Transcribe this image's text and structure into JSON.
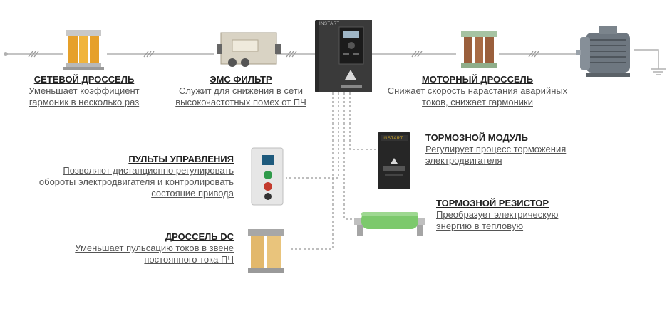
{
  "line_reactor": {
    "title": "СЕТЕВОЙ ДРОССЕЛЬ",
    "desc": "Уменьшает коэффициент гармоник в несколько раз"
  },
  "emc_filter": {
    "title": "ЭМС ФИЛЬТР",
    "desc": "Служит для снижения в сети высокочастотных помех от ПЧ"
  },
  "motor_reactor": {
    "title": "МОТОРНЫЙ ДРОССЕЛЬ",
    "desc": "Снижает скорость нарастания аварийных токов, снижает гармоники"
  },
  "braking_module": {
    "title": "ТОРМОЗНОЙ МОДУЛЬ",
    "desc": "Регулирует процесс торможения электродвигателя"
  },
  "control_panels": {
    "title": "ПУЛЬТЫ УПРАВЛЕНИЯ",
    "desc": "Позволяют дистанционно регулировать обороты электродвигателя и контролировать состояние привода"
  },
  "braking_resistor": {
    "title": "ТОРМОЗНОЙ РЕЗИСТОР",
    "desc": "Преобразует электрическую энергию в тепловую"
  },
  "dc_reactor": {
    "title": "ДРОССЕЛЬ DC",
    "desc": "Уменьшает пульсацию токов в звене постоянного тока ПЧ"
  },
  "vfd_brand": "INSTART",
  "colors": {
    "line": "#a9a9a9",
    "title": "#222222",
    "desc": "#555555",
    "coil": "#d4a24c",
    "vfd": "#2a2a2a",
    "resistor": "#7cc96c"
  }
}
